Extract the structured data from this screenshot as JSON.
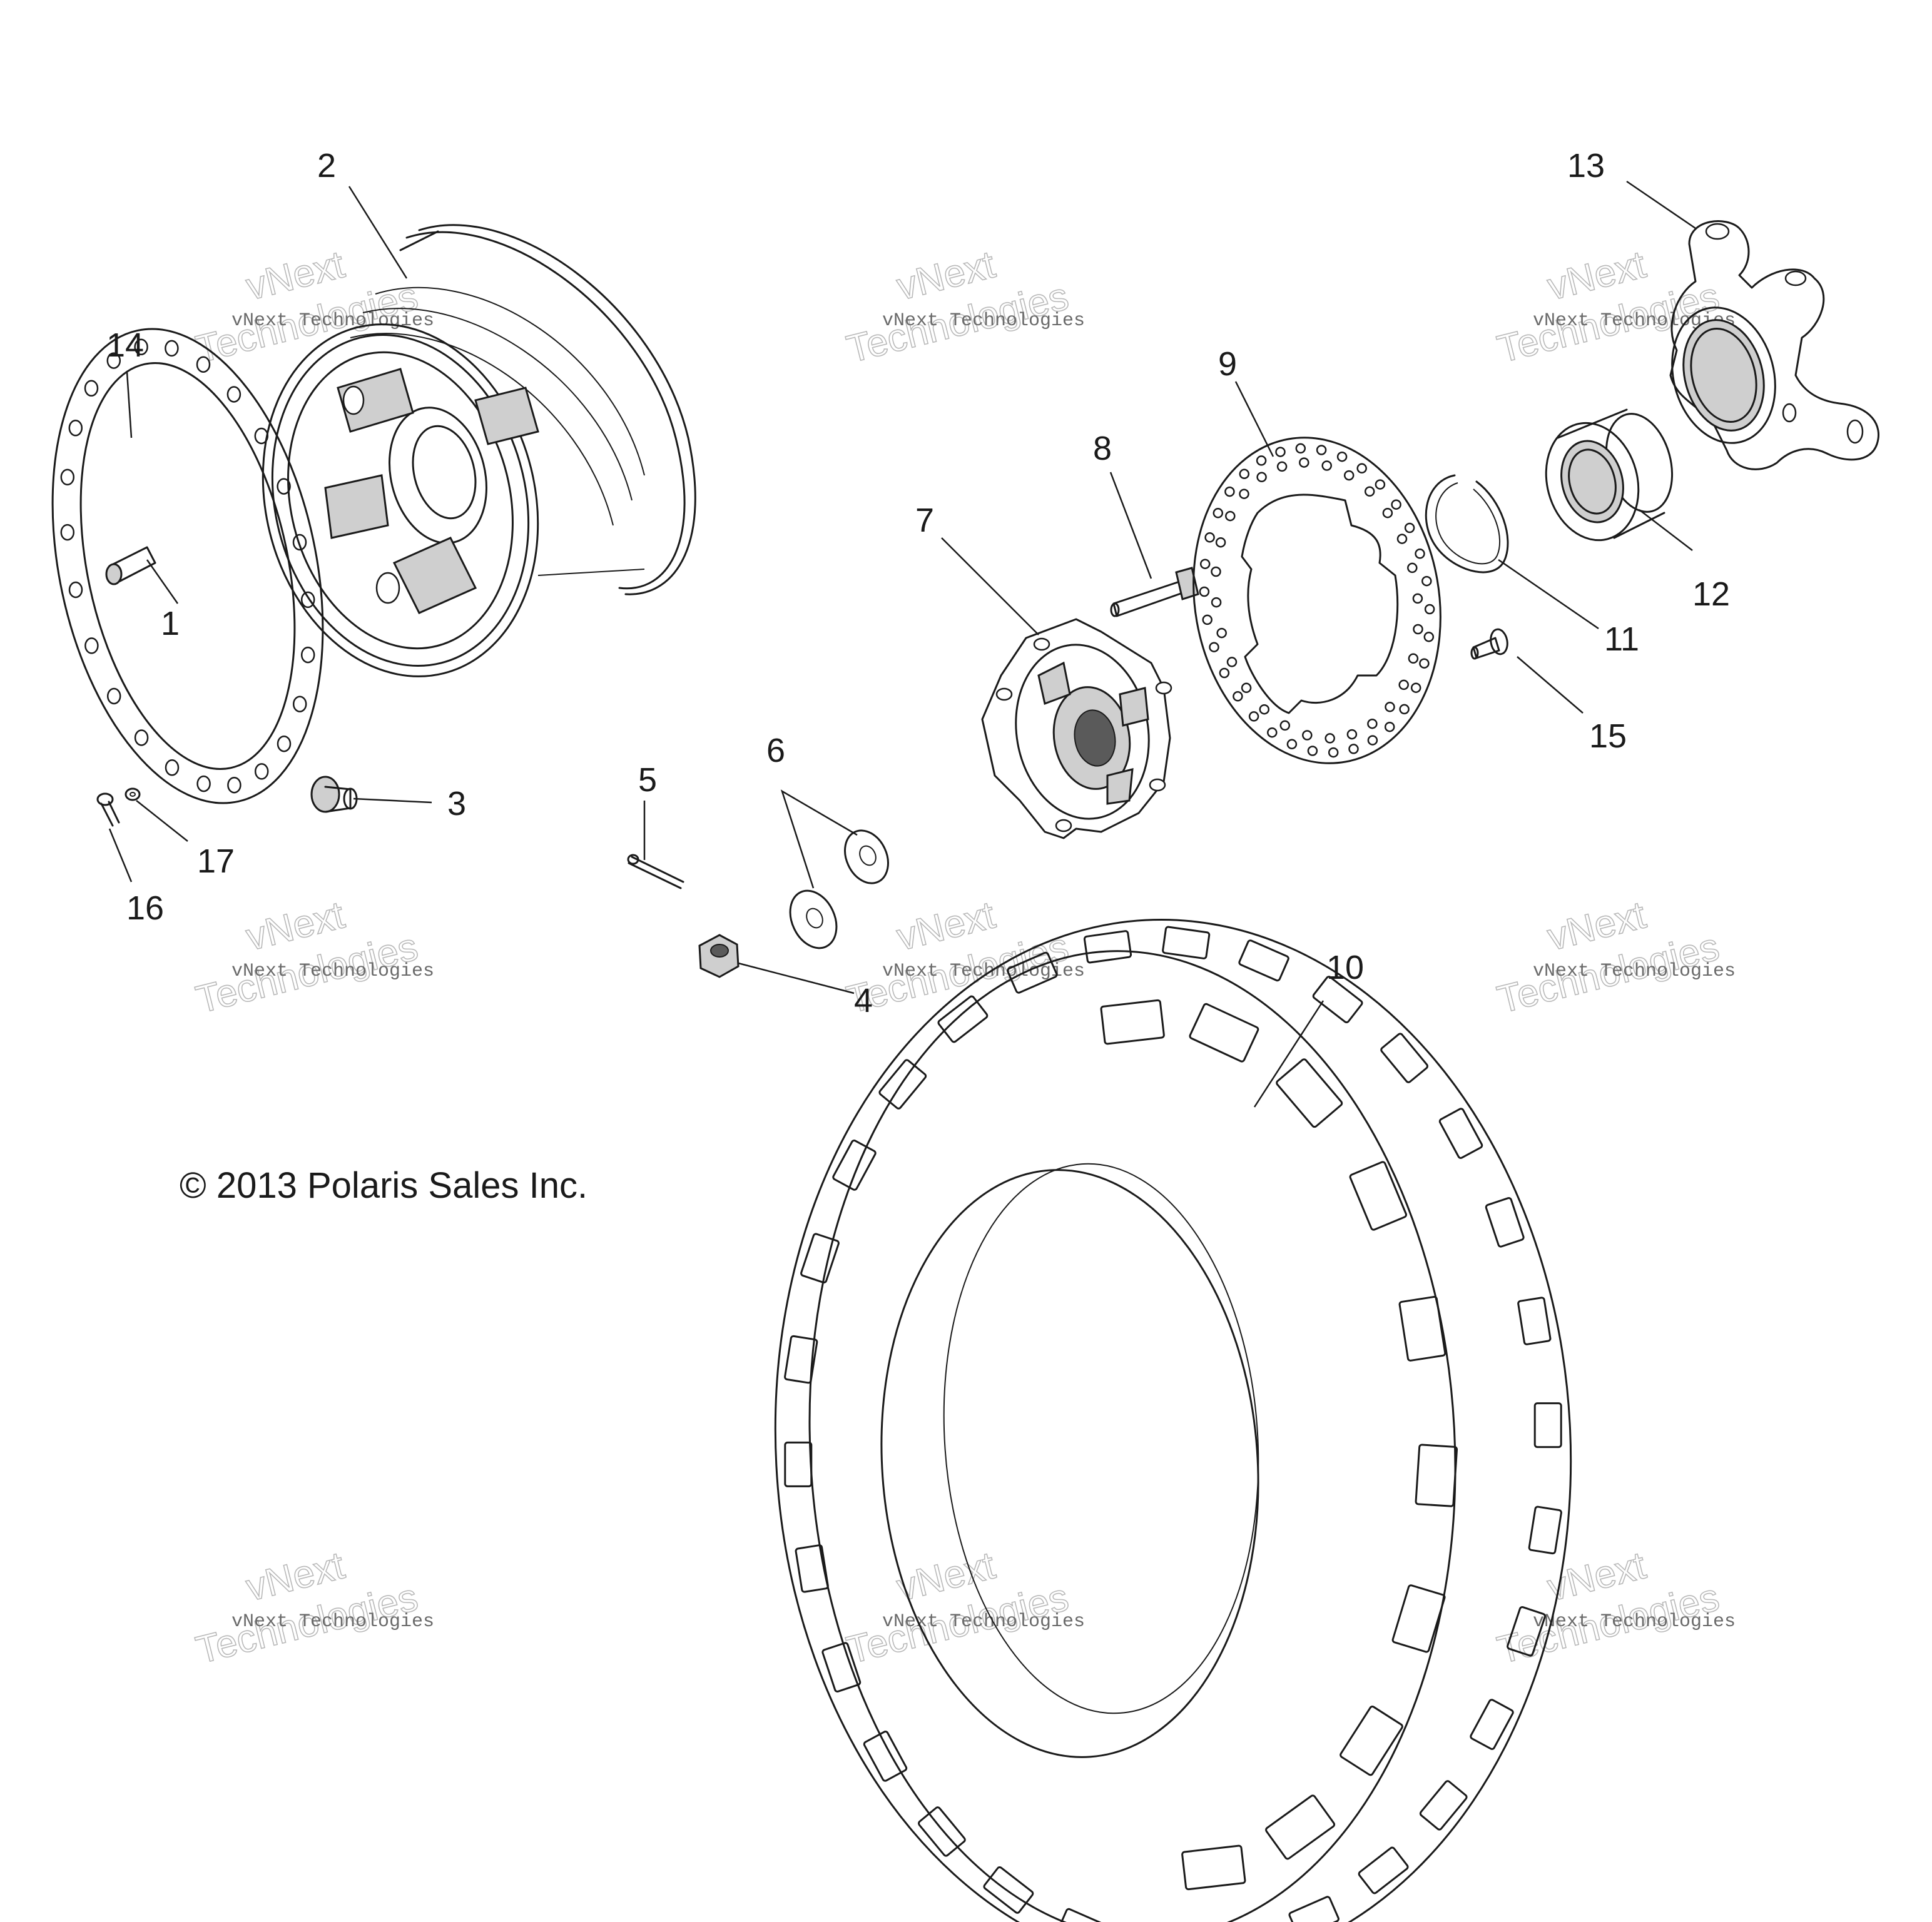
{
  "copyright": "© 2013 Polaris Sales Inc.",
  "watermark": {
    "small": "vNext Technologies",
    "word1": "vNext",
    "word2": "Technologies"
  },
  "callouts": [
    {
      "id": 1,
      "label": "1"
    },
    {
      "id": 2,
      "label": "2"
    },
    {
      "id": 3,
      "label": "3"
    },
    {
      "id": 4,
      "label": "4"
    },
    {
      "id": 5,
      "label": "5"
    },
    {
      "id": 6,
      "label": "6"
    },
    {
      "id": 7,
      "label": "7"
    },
    {
      "id": 8,
      "label": "8"
    },
    {
      "id": 9,
      "label": "9"
    },
    {
      "id": 10,
      "label": "10"
    },
    {
      "id": 11,
      "label": "11"
    },
    {
      "id": 12,
      "label": "12"
    },
    {
      "id": 13,
      "label": "13"
    },
    {
      "id": 14,
      "label": "14"
    },
    {
      "id": 15,
      "label": "15"
    },
    {
      "id": 16,
      "label": "16"
    },
    {
      "id": 17,
      "label": "17"
    }
  ]
}
